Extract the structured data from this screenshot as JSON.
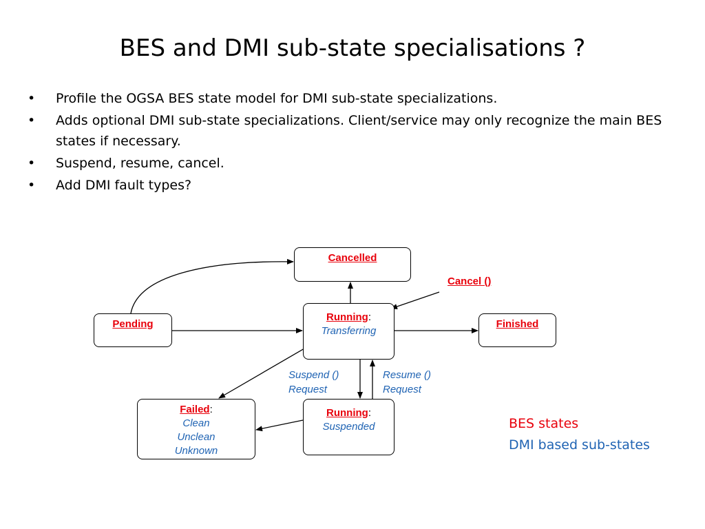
{
  "slide": {
    "title": "BES and DMI sub-state specialisations ?",
    "bullets": [
      "Profile the OGSA BES state model for DMI sub-state specializations.",
      "Adds optional DMI sub-state specializations. Client/service may only recognize the main BES states if necessary.",
      "Suspend, resume, cancel.",
      "Add DMI fault types?"
    ]
  },
  "diagram": {
    "states": {
      "cancelled": {
        "label": "Cancelled"
      },
      "pending": {
        "label": "Pending"
      },
      "running_transferring": {
        "label": "Running",
        "sep": ":",
        "substates": [
          "Transferring"
        ]
      },
      "finished": {
        "label": "Finished"
      },
      "failed": {
        "label": "Failed",
        "sep": ":",
        "substates": [
          "Clean",
          "Unclean",
          "Unknown"
        ]
      },
      "running_suspended": {
        "label": "Running",
        "sep": ":",
        "substates": [
          "Suspended"
        ]
      }
    },
    "operations": {
      "cancel": "Cancel ()",
      "suspend": [
        "Suspend ()",
        "Request"
      ],
      "resume": [
        "Resume ()",
        "Request"
      ]
    }
  },
  "legend": {
    "bes": "BES states",
    "dmi": "DMI based sub-states"
  },
  "colors": {
    "bes_state": "#e8000b",
    "dmi_substate": "#1f63b3"
  }
}
